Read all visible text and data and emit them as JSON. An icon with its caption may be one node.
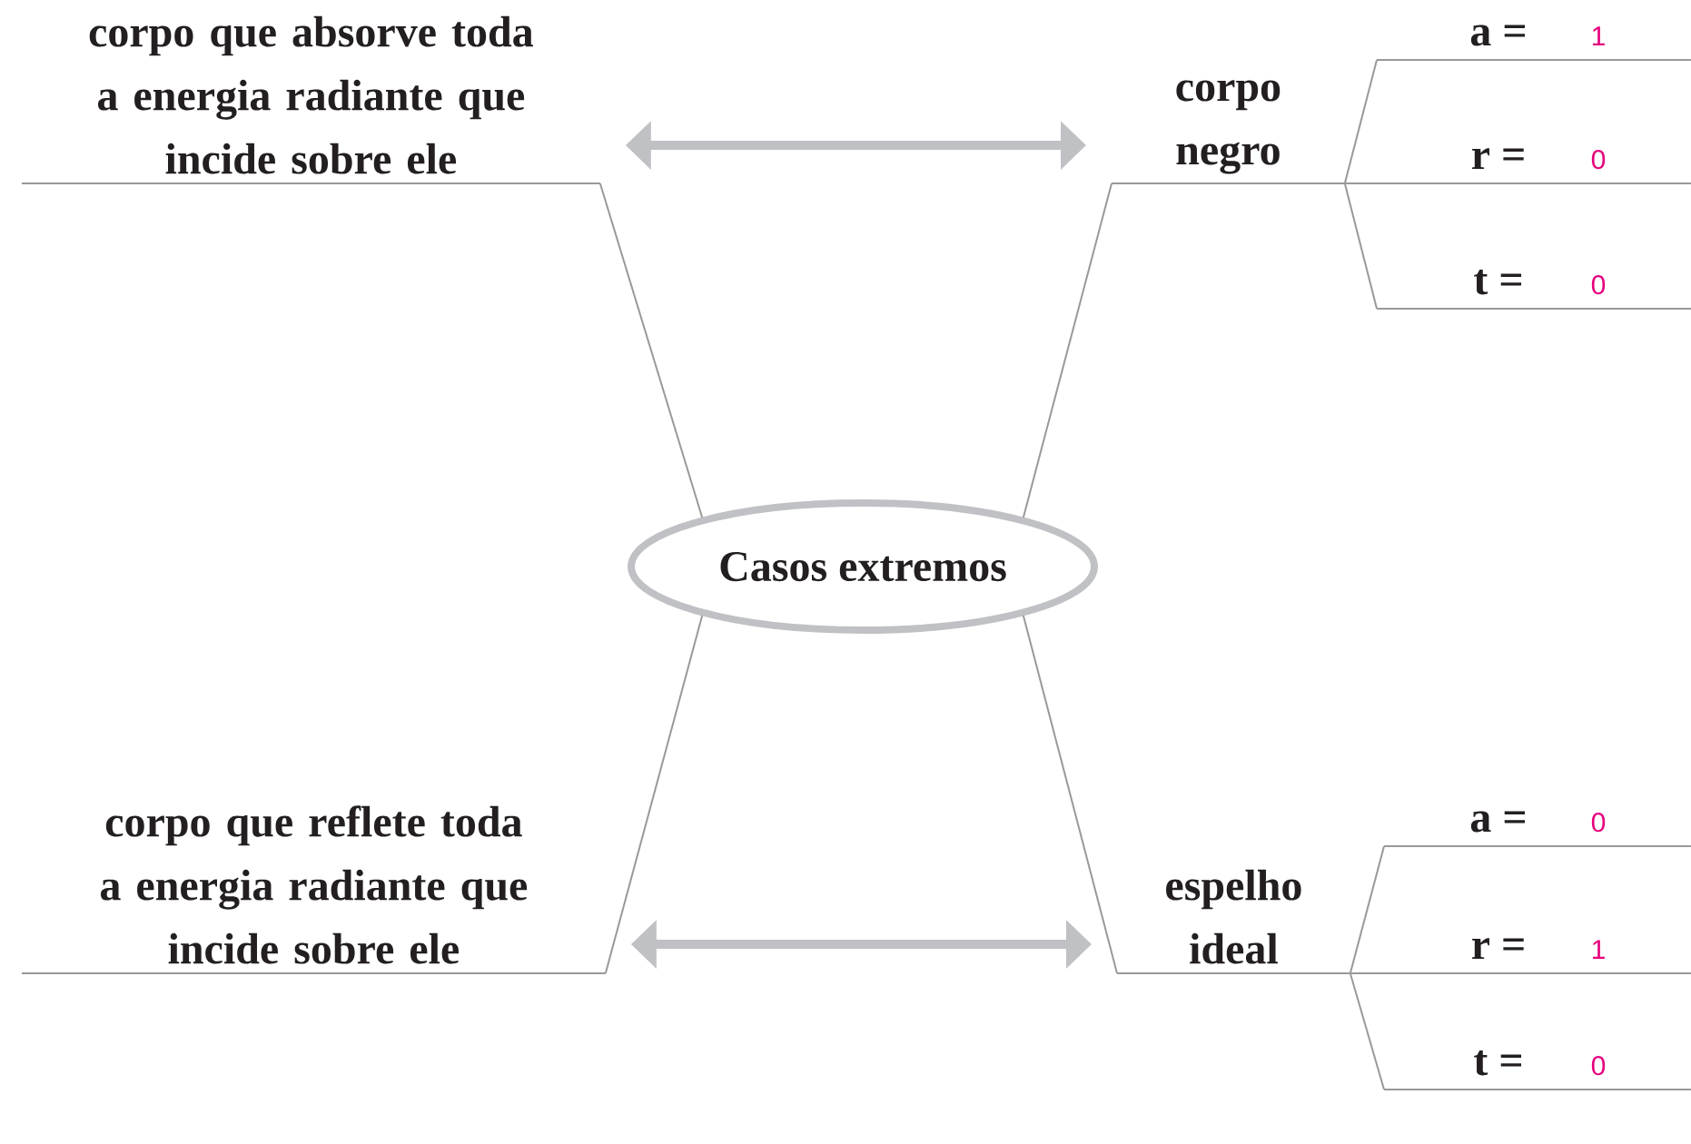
{
  "diagram": {
    "nodes": [
      {
        "text": [
          "Casos extremos"
        ]
      },
      {
        "text": [
          "corpo que absorve toda a energia radiante que incide sobre ele"
        ]
      },
      {
        "text": [
          "corpo negro"
        ]
      },
      {
        "text": [
          "a =",
          "1"
        ]
      },
      {
        "text": [
          "r =",
          "0"
        ]
      },
      {
        "text": [
          "t =",
          "0"
        ]
      },
      {
        "text": [
          "corpo que reflete toda a energia radiante que incide sobre ele"
        ]
      },
      {
        "text": [
          "espelho ideal"
        ]
      },
      {
        "text": [
          "a =",
          "0"
        ]
      },
      {
        "text": [
          "r =",
          "1"
        ]
      },
      {
        "text": [
          "t =",
          "0"
        ]
      }
    ],
    "edges": [
      {
        "from": 0,
        "to": 1,
        "arrow": "none"
      },
      {
        "from": 0,
        "to": 2,
        "arrow": "none"
      },
      {
        "from": 0,
        "to": 6,
        "arrow": "none"
      },
      {
        "from": 0,
        "to": 7,
        "arrow": "none"
      },
      {
        "from": 1,
        "to": 2,
        "arrow": "both",
        "style": "thick",
        "color": "#c0c1c5"
      },
      {
        "from": 2,
        "to": 3,
        "arrow": "none"
      },
      {
        "from": 2,
        "to": 4,
        "arrow": "none"
      },
      {
        "from": 2,
        "to": 5,
        "arrow": "none"
      },
      {
        "from": 6,
        "to": 7,
        "arrow": "both",
        "style": "thick",
        "color": "#c0c1c5"
      },
      {
        "from": 7,
        "to": 8,
        "arrow": "none"
      },
      {
        "from": 7,
        "to": 9,
        "arrow": "none"
      },
      {
        "from": 7,
        "to": 10,
        "arrow": "none"
      }
    ]
  }
}
